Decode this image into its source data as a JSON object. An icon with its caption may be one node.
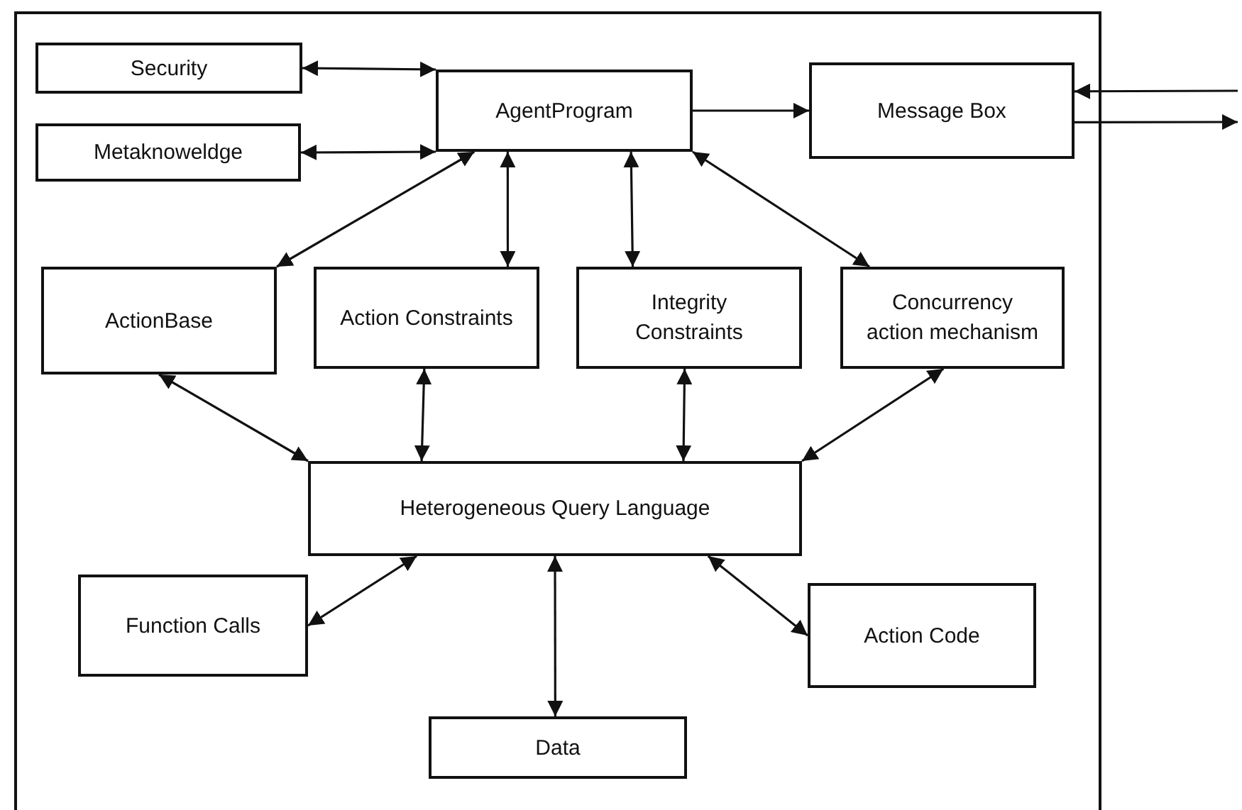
{
  "diagram": {
    "nodes": [
      {
        "text": [],
        "shape": "box"
      },
      {
        "text": [
          "Security"
        ],
        "in": 0
      },
      {
        "text": [
          "Metaknoweldge"
        ],
        "in": 0
      },
      {
        "text": [
          "AgentProgram"
        ],
        "in": 0
      },
      {
        "text": [
          "Message Box"
        ],
        "in": 0
      },
      {
        "text": [
          "ActionBase"
        ],
        "in": 0
      },
      {
        "text": [
          "Action Constraints"
        ],
        "in": 0
      },
      {
        "text": [
          "Integrity Constraints"
        ],
        "in": 0
      },
      {
        "text": [
          "Concurrency action mechanism"
        ],
        "in": 0
      },
      {
        "text": [
          "Heterogeneous Query Language"
        ],
        "in": 0
      },
      {
        "text": [
          "Function Calls"
        ],
        "in": 0
      },
      {
        "text": [
          "Action Code"
        ],
        "in": 0
      },
      {
        "text": [
          "Data"
        ],
        "in": 0
      }
    ],
    "edges": [
      {
        "from": 1,
        "to": 3,
        "arrow": "both"
      },
      {
        "from": 2,
        "to": 3,
        "arrow": "both"
      },
      {
        "from": 3,
        "to": 4,
        "arrow": "to"
      },
      {
        "from": null,
        "to": 4,
        "arrow": "to"
      },
      {
        "from": 4,
        "to": null,
        "arrow": "to"
      },
      {
        "from": 3,
        "to": 5,
        "arrow": "both"
      },
      {
        "from": 3,
        "to": 6,
        "arrow": "both"
      },
      {
        "from": 3,
        "to": 7,
        "arrow": "both"
      },
      {
        "from": 3,
        "to": 8,
        "arrow": "both"
      },
      {
        "from": 5,
        "to": 9,
        "arrow": "both"
      },
      {
        "from": 6,
        "to": 9,
        "arrow": "both"
      },
      {
        "from": 7,
        "to": 9,
        "arrow": "both"
      },
      {
        "from": 8,
        "to": 9,
        "arrow": "both"
      },
      {
        "from": 9,
        "to": 10,
        "arrow": "both"
      },
      {
        "from": 9,
        "to": 12,
        "arrow": "both"
      },
      {
        "from": 9,
        "to": 11,
        "arrow": "both"
      }
    ]
  }
}
